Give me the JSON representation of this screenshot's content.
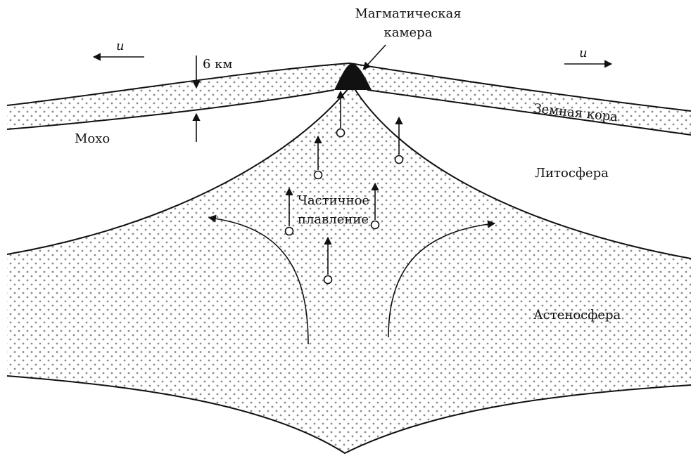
{
  "labels": {
    "magma_chamber_1": "Магматическая",
    "magma_chamber_2": "камера",
    "velocity_left": "u",
    "velocity_right": "u",
    "thickness": "6 км",
    "moho": "Мохо",
    "crust": "Земная кора",
    "lithosphere": "Литосфера",
    "partial_melting_1": "Частичное",
    "partial_melting_2": "плавление",
    "asthenosphere": "Астеносфера"
  }
}
